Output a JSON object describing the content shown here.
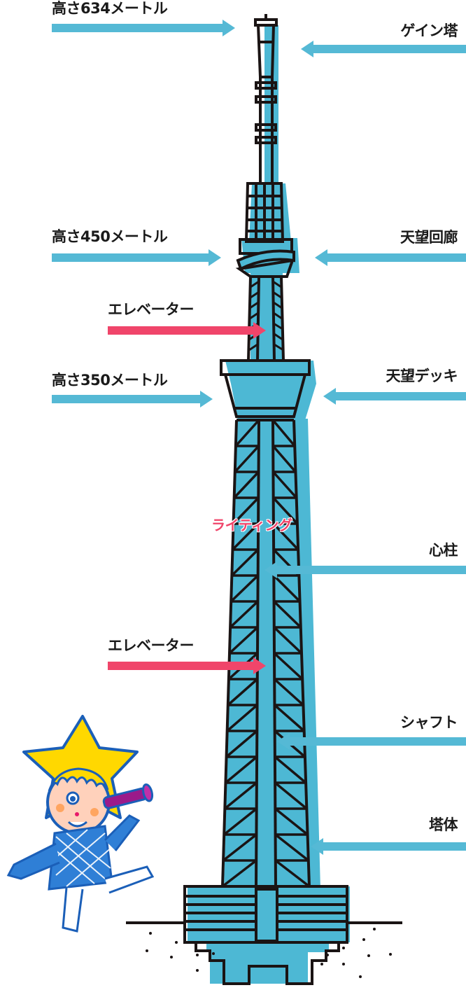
{
  "diagram": {
    "subject": "Tokyo Skytree structure",
    "colors": {
      "tower_fill": "#4db8d4",
      "outline": "#1a1414",
      "arrow_blue": "#55b9d5",
      "arrow_pink": "#f0456a",
      "label_dark": "#1a1a1a",
      "label_pink": "#f0456a"
    },
    "left_labels": [
      {
        "text": "高さ634メートル",
        "arrow_color": "blue"
      },
      {
        "text": "高さ450メートル",
        "arrow_color": "blue"
      },
      {
        "text": "エレベーター",
        "arrow_color": "pink"
      },
      {
        "text": "高さ350メートル",
        "arrow_color": "blue"
      },
      {
        "text": "エレベーター",
        "arrow_color": "pink"
      }
    ],
    "right_labels": [
      {
        "text": "ゲイン塔",
        "arrow_color": "blue"
      },
      {
        "text": "天望回廊",
        "arrow_color": "blue"
      },
      {
        "text": "天望デッキ",
        "arrow_color": "blue"
      },
      {
        "text": "心柱",
        "arrow_color": "blue"
      },
      {
        "text": "シャフト",
        "arrow_color": "blue"
      },
      {
        "text": "塔体",
        "arrow_color": "blue"
      }
    ],
    "center_labels": [
      {
        "text": "ライティング",
        "color": "pink"
      }
    ],
    "mascot": {
      "description": "star-headed girl mascot with telescope"
    }
  }
}
